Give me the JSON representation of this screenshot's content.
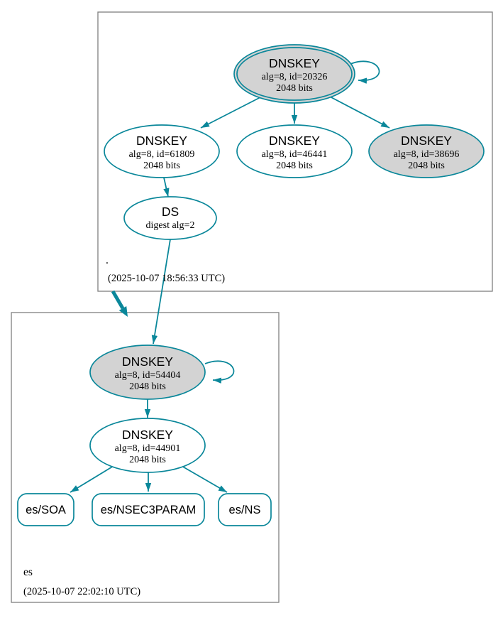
{
  "colors": {
    "teal": "#0a879a",
    "node_fill_gray": "#d3d3d3",
    "node_fill_white": "#ffffff",
    "box_border": "#7f7f7f",
    "text": "#000000"
  },
  "root_zone": {
    "name": ".",
    "timestamp": "(2025-10-07 18:56:33 UTC)",
    "nodes": {
      "ksk": {
        "title": "DNSKEY",
        "line1": "alg=8, id=20326",
        "line2": "2048 bits"
      },
      "zsk1": {
        "title": "DNSKEY",
        "line1": "alg=8, id=61809",
        "line2": "2048 bits"
      },
      "zsk2": {
        "title": "DNSKEY",
        "line1": "alg=8, id=46441",
        "line2": "2048 bits"
      },
      "key3": {
        "title": "DNSKEY",
        "line1": "alg=8, id=38696",
        "line2": "2048 bits"
      },
      "ds": {
        "title": "DS",
        "line1": "digest alg=2"
      }
    }
  },
  "es_zone": {
    "name": "es",
    "timestamp": "(2025-10-07 22:02:10 UTC)",
    "nodes": {
      "ksk": {
        "title": "DNSKEY",
        "line1": "alg=8, id=54404",
        "line2": "2048 bits"
      },
      "zsk": {
        "title": "DNSKEY",
        "line1": "alg=8, id=44901",
        "line2": "2048 bits"
      },
      "rrsets": [
        {
          "label": "es/SOA"
        },
        {
          "label": "es/NSEC3PARAM"
        },
        {
          "label": "es/NS"
        }
      ]
    }
  }
}
